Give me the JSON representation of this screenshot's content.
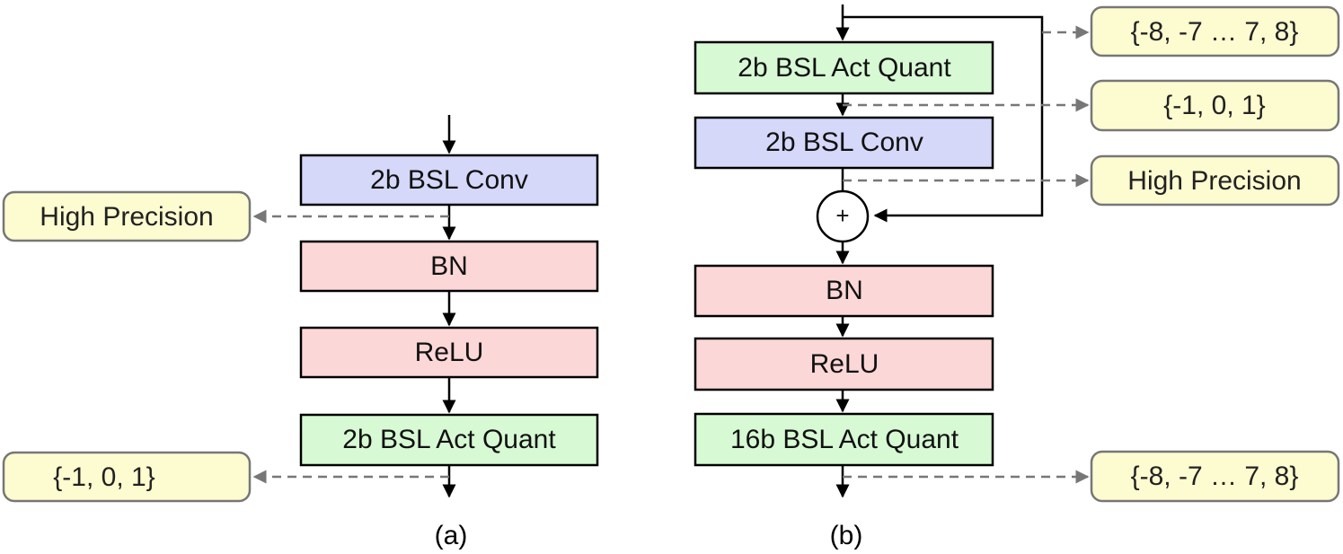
{
  "diagram_a": {
    "caption": "(a)",
    "blocks": {
      "conv": "2b BSL Conv",
      "bn": "BN",
      "relu": "ReLU",
      "act_quant": "2b BSL Act Quant"
    },
    "notes": {
      "high_precision": "High Precision",
      "ternary": "{-1, 0, 1}"
    }
  },
  "diagram_b": {
    "caption": "(b)",
    "blocks": {
      "act_quant_in": "2b BSL Act Quant",
      "conv": "2b BSL Conv",
      "bn": "BN",
      "relu": "ReLU",
      "act_quant_out": "16b BSL Act Quant"
    },
    "adder_symbol": "+",
    "notes": {
      "input_range": "{-8, -7 … 7, 8}",
      "ternary": "{-1, 0, 1}",
      "high_precision": "High Precision",
      "output_range": "{-8, -7 … 7, 8}"
    }
  },
  "colors": {
    "conv_fill": "#d5d8f8",
    "norm_relu_fill": "#fcd7d7",
    "quant_fill": "#d7fad4",
    "note_fill": "#fdfbd0"
  }
}
